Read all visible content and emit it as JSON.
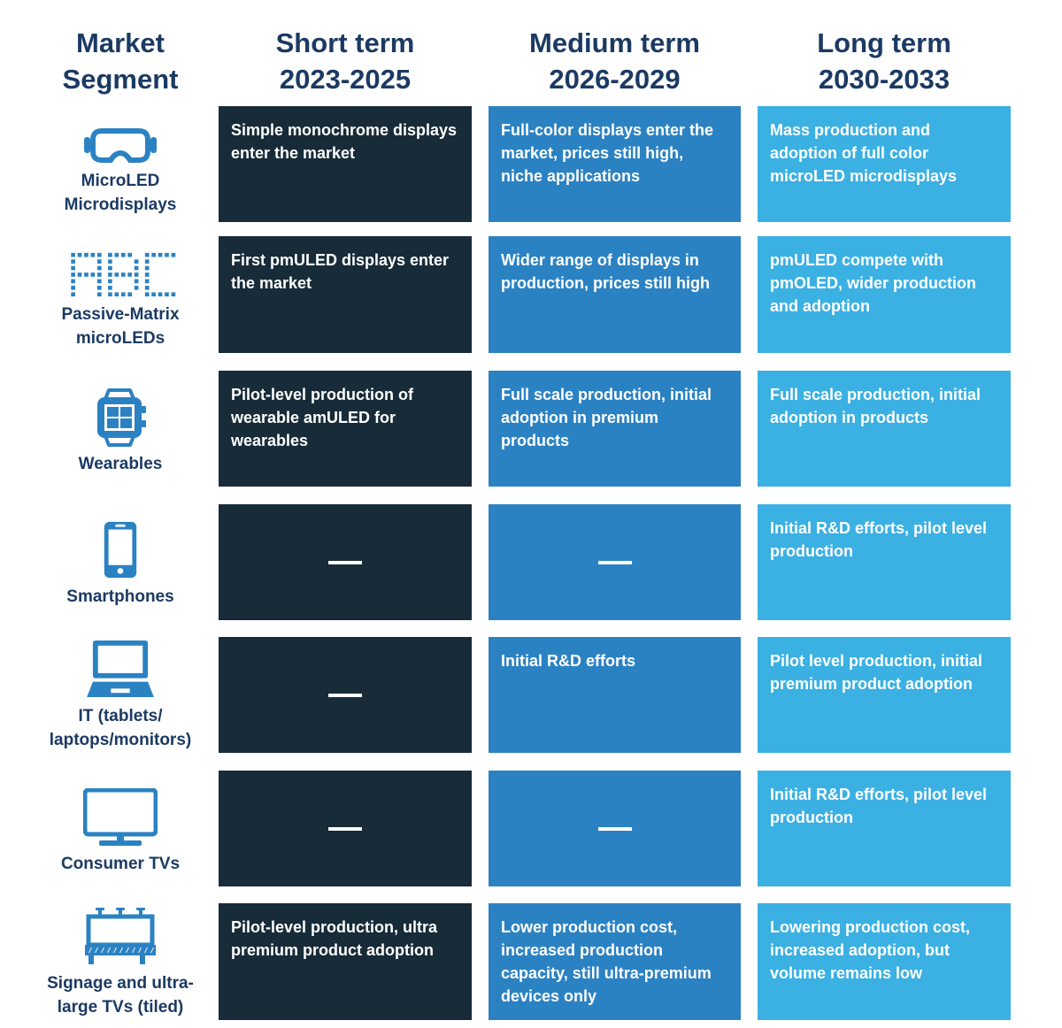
{
  "colors": {
    "heading": "#1b3a63",
    "icon": "#2b82c3",
    "short_term_cell": "#172b38",
    "medium_term_cell": "#2b82c3",
    "long_term_cell": "#3bb0e3",
    "cell_text": "#ffffff"
  },
  "header": {
    "segment": {
      "line1": "Market",
      "line2": "Segment"
    },
    "columns": [
      {
        "label": "Short term",
        "years": "2023-2025"
      },
      {
        "label": "Medium term",
        "years": "2026-2029"
      },
      {
        "label": "Long term",
        "years": "2030-2033"
      }
    ]
  },
  "rows": [
    {
      "segment": {
        "icon": "vr-headset-icon",
        "line1": "MicroLED",
        "line2": "Microdisplays"
      },
      "cells": [
        "Simple monochrome displays enter the market",
        "Full-color displays enter the market, prices still high, niche applications",
        "Mass production and adoption of full color microLED microdisplays"
      ]
    },
    {
      "segment": {
        "icon": "dot-matrix-abc-icon",
        "line1": "Passive-Matrix",
        "line2": "microLEDs"
      },
      "cells": [
        "First pmULED displays enter the market",
        "Wider range of displays in production, prices still high",
        "pmULED compete with pmOLED, wider production and adoption"
      ]
    },
    {
      "segment": {
        "icon": "smartwatch-icon",
        "line1": "Wearables",
        "line2": ""
      },
      "cells": [
        "Pilot-level production of wearable amULED for wearables",
        "Full scale production, initial adoption in premium products",
        "Full scale production, initial adoption in products"
      ]
    },
    {
      "segment": {
        "icon": "smartphone-icon",
        "line1": "Smartphones",
        "line2": ""
      },
      "cells": [
        "—",
        "—",
        "Initial R&D efforts, pilot level production"
      ]
    },
    {
      "segment": {
        "icon": "laptop-icon",
        "line1": "IT (tablets/",
        "line2": "laptops/monitors)"
      },
      "cells": [
        "—",
        "Initial R&D efforts",
        "Pilot level production, initial premium product adoption"
      ]
    },
    {
      "segment": {
        "icon": "tv-monitor-icon",
        "line1": "Consumer TVs",
        "line2": ""
      },
      "cells": [
        "—",
        "—",
        "Initial R&D efforts, pilot level production"
      ]
    },
    {
      "segment": {
        "icon": "billboard-icon",
        "line1": "Signage and ultra-",
        "line2": "large TVs (tiled)"
      },
      "cells": [
        "Pilot-level production, ultra premium product adoption",
        "Lower production cost, increased production capacity, still ultra-premium devices only",
        "Lowering production cost, increased adoption, but volume remains low"
      ]
    }
  ]
}
